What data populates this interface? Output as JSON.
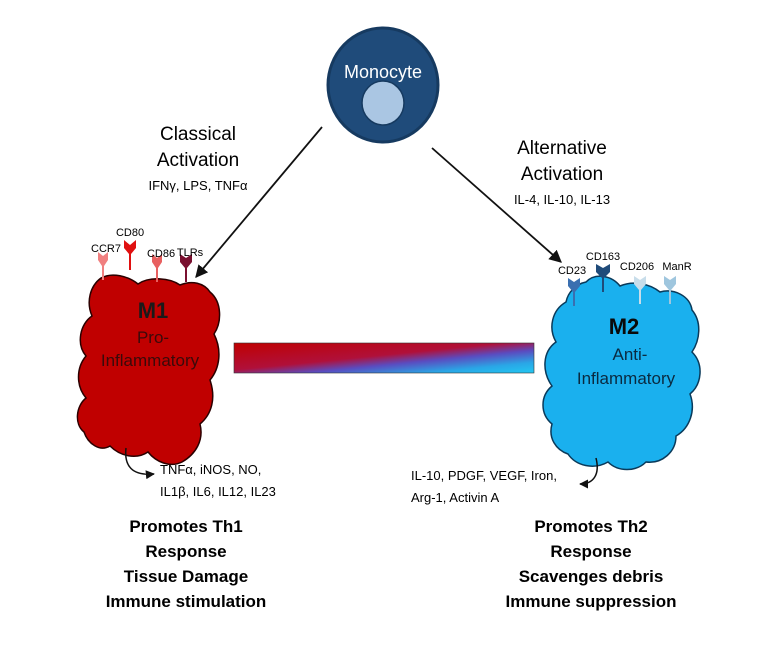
{
  "monocyte": {
    "label": "Monocyte"
  },
  "classical": {
    "line1": "Classical",
    "line2": "Activation",
    "stimuli": "IFNγ, LPS, TNFα"
  },
  "alternative": {
    "line1": "Alternative",
    "line2": "Activation",
    "stimuli": "IL-4, IL-10, IL-13"
  },
  "m1": {
    "title": "M1",
    "sub1": "Pro-",
    "sub2": "Inflammatory",
    "receptors": [
      "CCR7",
      "CD80",
      "CD86",
      "TLRs"
    ],
    "secreted1": "TNFα, iNOS, NO,",
    "secreted2": "IL1β, IL6, IL12, IL23",
    "effects": [
      "Promotes Th1",
      "Response",
      "Tissue Damage",
      "Immune stimulation"
    ]
  },
  "m2": {
    "title": "M2",
    "sub1": "Anti-",
    "sub2": "Inflammatory",
    "receptors": [
      "CD23",
      "CD163",
      "CD206",
      "ManR"
    ],
    "secreted1": "IL-10, PDGF, VEGF, Iron,",
    "secreted2": "Arg-1, Activin A",
    "effects": [
      "Promotes Th2",
      "Response",
      "Scavenges debris",
      "Immune suppression"
    ]
  },
  "colors": {
    "monocyte": "#1f4b7a",
    "nucleus": "#aac6e3",
    "m1_cell": "#c00000",
    "m2_cell": "#1ab0ee",
    "arrow": "#111111"
  }
}
